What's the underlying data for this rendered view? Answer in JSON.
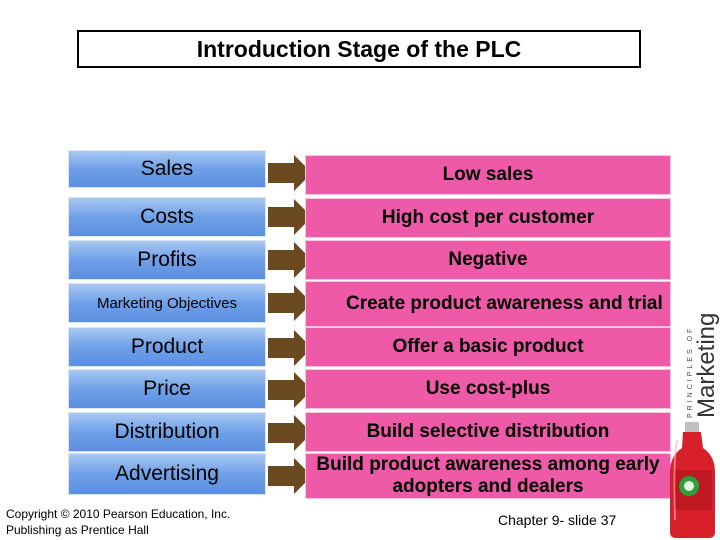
{
  "title": "Introduction Stage of the PLC",
  "rows": [
    {
      "label": "Sales",
      "value": "Low sales"
    },
    {
      "label": "Costs",
      "value": "High cost per customer"
    },
    {
      "label": "Profits",
      "value": "Negative"
    },
    {
      "label": "Marketing Objectives",
      "value": "Create product awareness and trial"
    },
    {
      "label": "Product",
      "value": "Offer a basic product"
    },
    {
      "label": "Price",
      "value": "Use cost-plus"
    },
    {
      "label": "Distribution",
      "value": "Build selective distribution"
    },
    {
      "label": "Advertising",
      "value": "Build product awareness among early adopters and dealers"
    }
  ],
  "footer": {
    "copyright_line1": "Copyright © 2010 Pearson Education, Inc.",
    "copyright_line2": "Publishing as Prentice Hall",
    "chapter": "Chapter 9- slide 37"
  },
  "brand": {
    "small_text": "PRINCIPLES OF",
    "large_text": "Marketing"
  },
  "colors": {
    "left_cell": "#6fa0e8",
    "right_cell": "#ee5aa8",
    "arrow": "#6b4a1f"
  }
}
